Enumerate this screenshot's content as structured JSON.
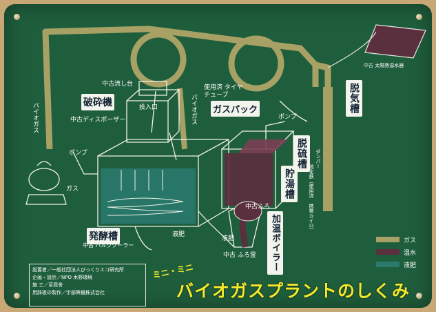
{
  "colors": {
    "gas": "#a8a165",
    "hot_water": "#5a2f3e",
    "liquid": "#2a7a6e",
    "board": "#1f5e3c"
  },
  "labels": {
    "crusher": "破砕機",
    "gas_pack": "ガスパック",
    "desulfurizer": "脱気槽",
    "desulfur": "脱硫槽",
    "hot_tank": "貯湯槽",
    "heater": "加温ボイラー",
    "fermenter": "発酵槽"
  },
  "notes": {
    "sink": "中古流し台",
    "inlet": "投入口",
    "disposer": "中古ディスポーザー",
    "tube": "使用済 タイヤチューブ",
    "solar": "中古 太陽熱温水器",
    "pump_left": "ポンプ",
    "pump_right": "ポンプ",
    "gas_left": "ガス",
    "biogas_left": "バイオガス",
    "biogas_mid": "バイオガス",
    "used_bath": "中古ふろ",
    "used_bath2": "中古 ふろ釜",
    "cooler": "中古 バルククーラー",
    "liquid_fert": "液肥",
    "liquid_fert2": "液肥",
    "recycle_note": "硫化鉄（使用済 携帯カイロ）",
    "damper": "ダンパー"
  },
  "legend": [
    {
      "name": "ガス",
      "color": "#a8a165"
    },
    {
      "name": "温水",
      "color": "#5a2f3e"
    },
    {
      "name": "液肥",
      "color": "#2a7a6e"
    }
  ],
  "info": {
    "line1": "設置者／一般社団法人びっくりエコ研究所",
    "line2": "企画・設計／NPO 木野環境",
    "line3": "施 工／草原舎",
    "line4": "用辞板の製作／宇部興機株式会社"
  },
  "title": "バイオガスプラントのしくみ",
  "subtitle": "ミニ・ミニ"
}
